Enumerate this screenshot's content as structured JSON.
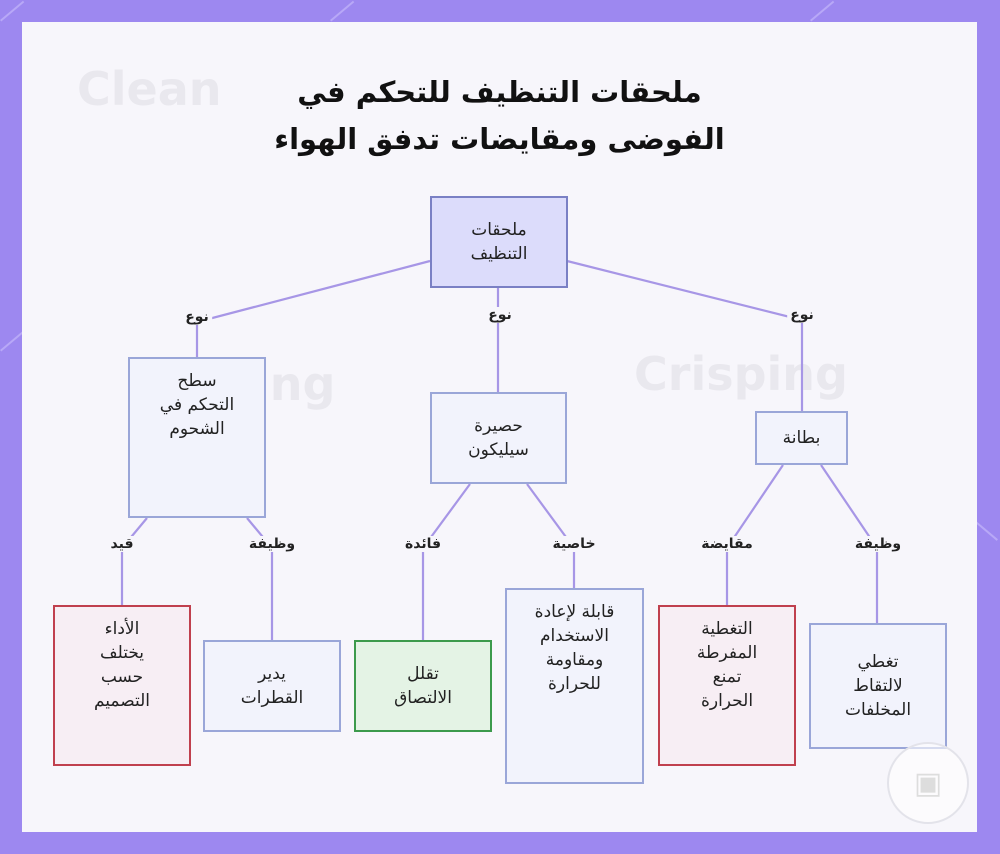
{
  "title": {
    "line1": "ملحقات التنظيف للتحكم في",
    "line2": "الفوضى ومقايضات تدفق الهواء"
  },
  "watermarks": {
    "clean": "Clean",
    "crisping": "Crisping",
    "ing": "ing"
  },
  "nodes": {
    "root": "ملحقات\nالتنظيف",
    "grease": "سطح\nالتحكم في\nالشحوم",
    "silicone": "حصيرة\nسيليكون",
    "liner": "بطانة",
    "perf": "الأداء\nيختلف\nحسب\nالتصميم",
    "drip": "يدير\nالقطرات",
    "stick": "تقلل\nالالتصاق",
    "reuse": "قابلة لإعادة\nالاستخدام\nومقاومة\nللحرارة",
    "cover": "التغطية\nالمفرطة\nتمنع\nالحرارة",
    "catch": "تغطي\nلالتقاط\nالمخلفات"
  },
  "edge_labels": {
    "type_left": "نوع",
    "type_mid": "نوع",
    "type_right": "نوع",
    "limit": "قيد",
    "func_left": "وظيفة",
    "benefit": "فائدة",
    "property": "خاصية",
    "tradeoff": "مقايضة",
    "func_right": "وظيفة"
  },
  "colors": {
    "frame": "#9d88f0",
    "edge": "#a796e6",
    "root_fill": "#dcdcfb",
    "node_fill": "#f2f3fc",
    "red_border": "#c0404e",
    "green_fill": "#e4f3e5",
    "green_border": "#3c9a4c"
  },
  "icons": [
    "logo-badge-icon"
  ]
}
